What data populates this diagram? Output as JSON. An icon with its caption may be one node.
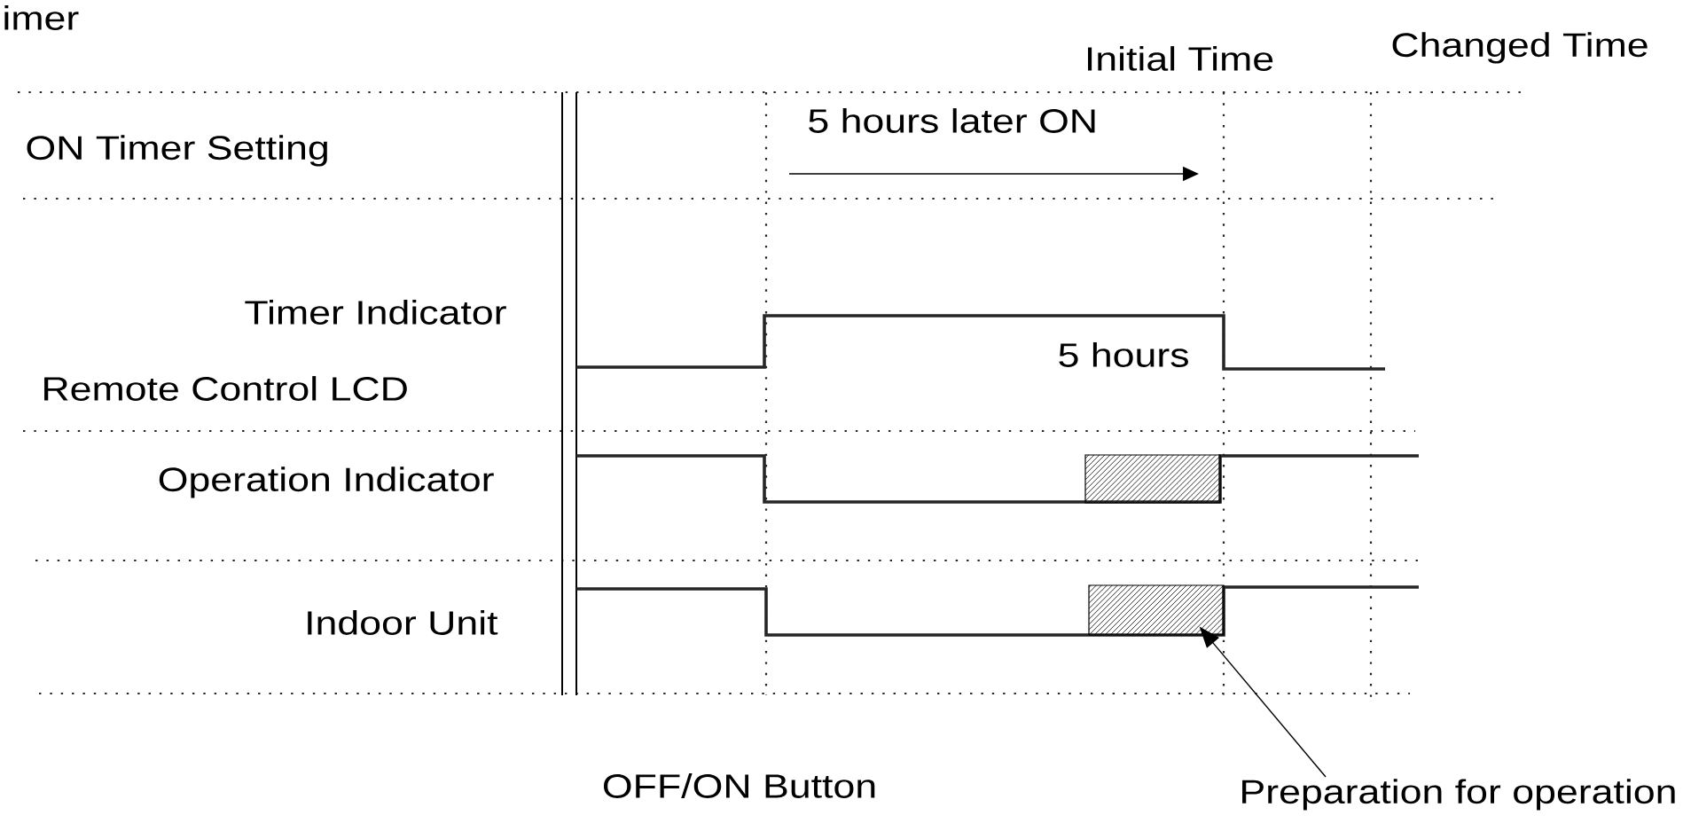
{
  "diagram": {
    "nodes": [
      {
        "text": [
          "Preparation for operation"
        ]
      },
      {
        "text": [],
        "shape": "box"
      },
      {
        "text": [],
        "shape": "box"
      }
    ],
    "edges": [
      {
        "from": 0,
        "to": 2,
        "arrow": "to"
      }
    ],
    "labels": [
      "imer",
      "Initial  Time",
      "Changed Time",
      "ON Timer  Setting",
      "5 hours later ON",
      "Timer Indicator",
      "Remote Control LCD",
      "5 hours",
      "Operation  Indicator",
      "Indoor Unit",
      "OFF/ON Button"
    ]
  }
}
